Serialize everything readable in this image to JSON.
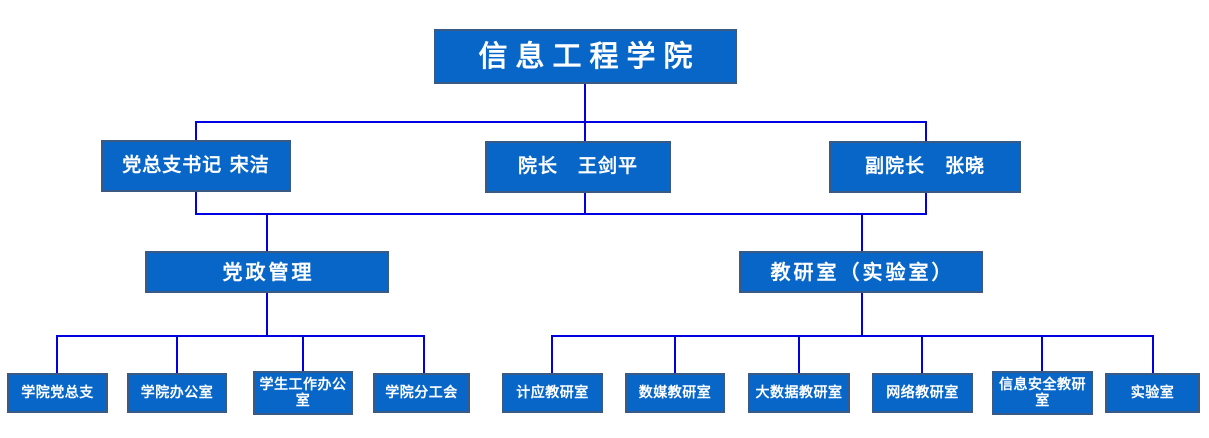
{
  "title": "信息工程学院",
  "leaders": [
    {
      "label": "党总支书记 宋洁"
    },
    {
      "label": "院长　王剑平"
    },
    {
      "label": "副院长　张晓"
    }
  ],
  "departments": [
    {
      "label": "党政管理",
      "units": [
        {
          "label": "学院党总支"
        },
        {
          "label": "学院办公室"
        },
        {
          "label": "学生工作办公室"
        },
        {
          "label": "学院分工会"
        }
      ]
    },
    {
      "label": "教研室（实验室）",
      "units": [
        {
          "label": "计应教研室"
        },
        {
          "label": "数媒教研室"
        },
        {
          "label": "大数据教研室"
        },
        {
          "label": "网络教研室"
        },
        {
          "label": "信息安全教研室"
        },
        {
          "label": "实验室"
        }
      ]
    }
  ],
  "colors": {
    "box_fill": "#0866c8",
    "box_border": "#3a5a84",
    "connector_line": "#0000e0",
    "text": "#ffffff",
    "background": "#ffffff"
  }
}
